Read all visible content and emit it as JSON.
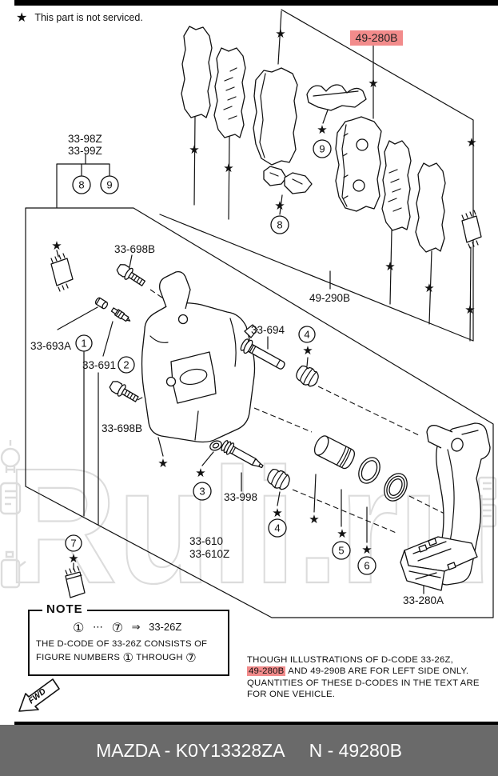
{
  "page": {
    "top_note": "This part is not serviced."
  },
  "sym": {
    "star": "★"
  },
  "diagram": {
    "labels": {
      "pads_left_kit": "49-280B",
      "pads_right_kit": "49-290B",
      "kit_a": "33-98Z",
      "kit_b": "33-99Z",
      "mount_bolt": "33-698B",
      "cap": "33-693A",
      "bleeder_screw": "33-691",
      "guide_pin_upper": "33-694",
      "guide_pin_lower": "33-998",
      "caliper_a": "33-610",
      "caliper_b": "33-610Z",
      "mounting_bracket": "33-280A"
    },
    "callouts": [
      "1",
      "2",
      "3",
      "4",
      "5",
      "6",
      "7",
      "8",
      "9"
    ]
  },
  "note_box": {
    "title": "NOTE",
    "c1": "①",
    "dots": "⋯",
    "c7": "⑦",
    "arrow": "⇒",
    "code": "33-26Z",
    "line2": "THE D-CODE OF  33-26Z  CONSISTS OF",
    "line3_pre": "FIGURE NUMBERS",
    "line3_mid": "THROUGH"
  },
  "side_note": {
    "line1": "THOUGH ILLUSTRATIONS OF D-CODE 33-26Z,",
    "highlight": "49-280B",
    "line1b": " AND 49-290B ARE FOR LEFT SIDE ONLY.",
    "line2": "QUANTITIES OF THESE D-CODES IN THE TEXT ARE",
    "line3": "FOR ONE VEHICLE."
  },
  "fwd": {
    "label": "FWD"
  },
  "footer": {
    "catalog": "MAZDA - K0Y13328ZA",
    "ref": "N - 49280B"
  },
  "watermark": {
    "text": "Ruli.ru"
  },
  "colors": {
    "highlight": "#f28b8b",
    "footer_bar": "#6a6a6a",
    "line": "#111111",
    "watermark": "#dcdcdc"
  }
}
